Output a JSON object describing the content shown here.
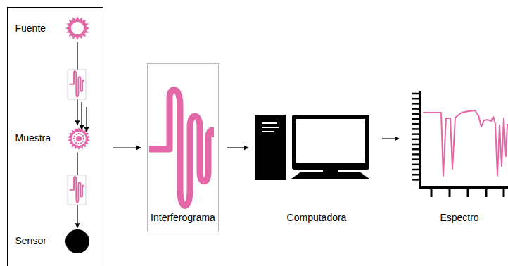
{
  "diagram": {
    "nodes": [
      {
        "text": []
      },
      {
        "text": [
          "Fuente"
        ],
        "in": 0
      },
      {
        "text": [
          "Muestra"
        ],
        "in": 0
      },
      {
        "text": [
          "Sensor"
        ],
        "in": 0
      },
      {
        "text": [
          "Interferograma"
        ]
      },
      {
        "text": [
          "Computadora"
        ]
      },
      {
        "text": [
          "Espectro"
        ]
      }
    ],
    "edges": [
      {
        "from": 1,
        "to": 2,
        "arrow": "to"
      },
      {
        "from": 2,
        "to": 3,
        "arrow": "to"
      },
      {
        "from": 0,
        "to": 4,
        "arrow": "to"
      },
      {
        "from": 4,
        "to": 5,
        "arrow": "to"
      },
      {
        "from": 5,
        "to": 6,
        "arrow": "to"
      }
    ]
  }
}
